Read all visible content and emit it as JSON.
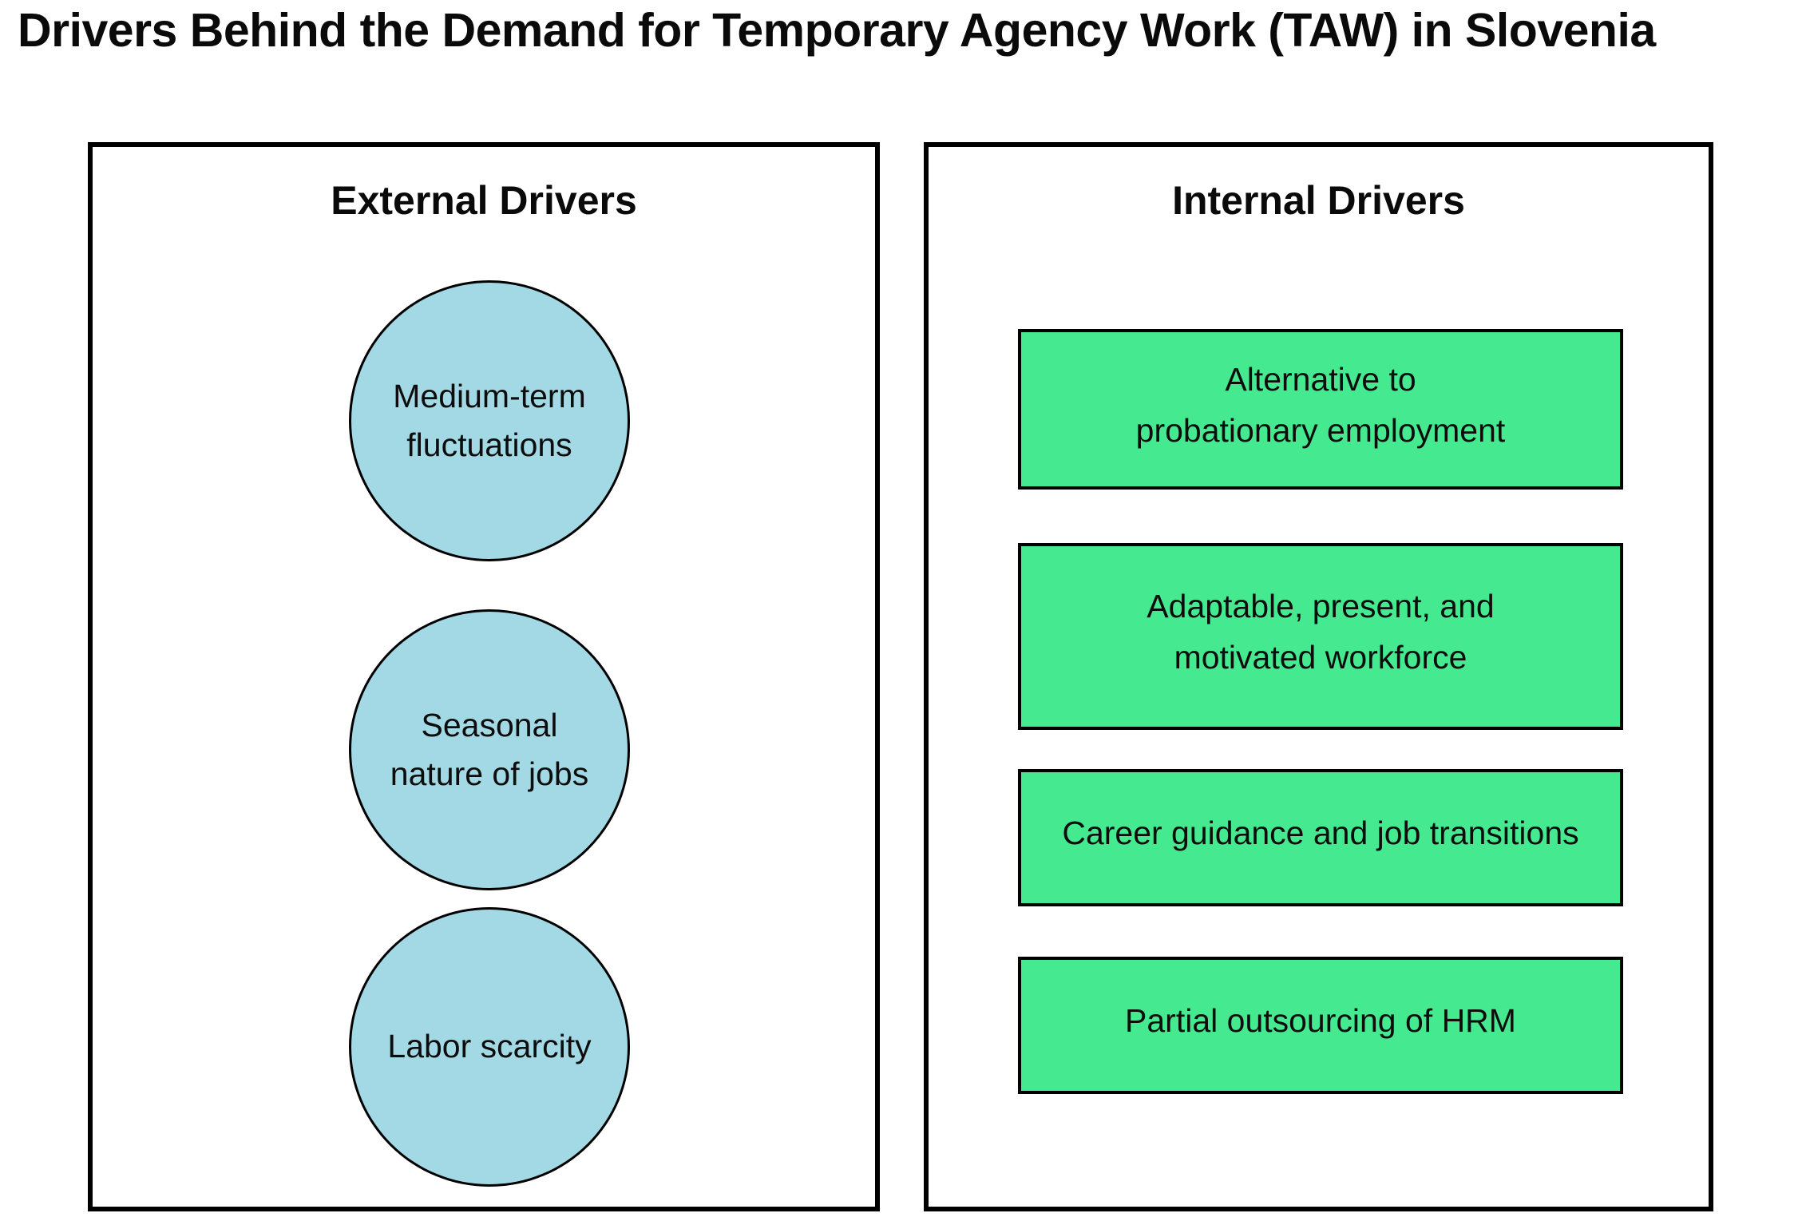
{
  "title": "Drivers Behind the Demand for Temporary Agency Work (TAW) in Slovenia",
  "panels": {
    "external": {
      "heading": "External Drivers",
      "items": [
        "Medium-term\nfluctuations",
        "Seasonal\nnature of jobs",
        "Labor scarcity"
      ]
    },
    "internal": {
      "heading": "Internal Drivers",
      "items": [
        "Alternative to\nprobationary employment",
        "Adaptable, present, and\nmotivated workforce",
        "Career guidance and job transitions",
        "Partial outsourcing of HRM"
      ]
    }
  },
  "colors": {
    "background": "#FFFFFF",
    "outline": "#000000",
    "circle_fill": "#A2D9E5",
    "box_fill": "#45EA90",
    "text": "#0D0D0D"
  }
}
